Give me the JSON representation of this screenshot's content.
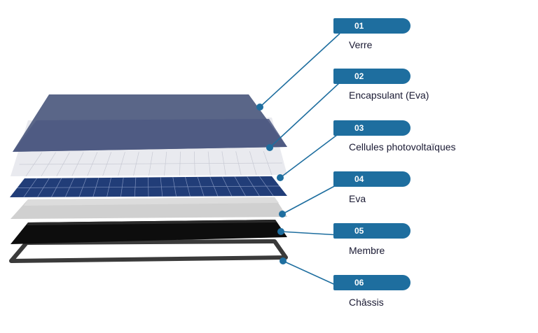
{
  "layers": [
    {
      "number": "01",
      "label": "Verre"
    },
    {
      "number": "02",
      "label": "Encapsulant (Eva)"
    },
    {
      "number": "03",
      "label": "Cellules photovoltaïques"
    },
    {
      "number": "04",
      "label": "Eva"
    },
    {
      "number": "05",
      "label": "Membre"
    },
    {
      "number": "06",
      "label": "Châssis"
    }
  ],
  "colors": {
    "accent": "#1e6e9f",
    "glass": "#5a6688",
    "encapsulant": "#e6e7ec",
    "cells": "#213d78",
    "eva": "#cfcfcf",
    "backsheet": "#0d0d0d",
    "frame": "#3a3a3a"
  }
}
